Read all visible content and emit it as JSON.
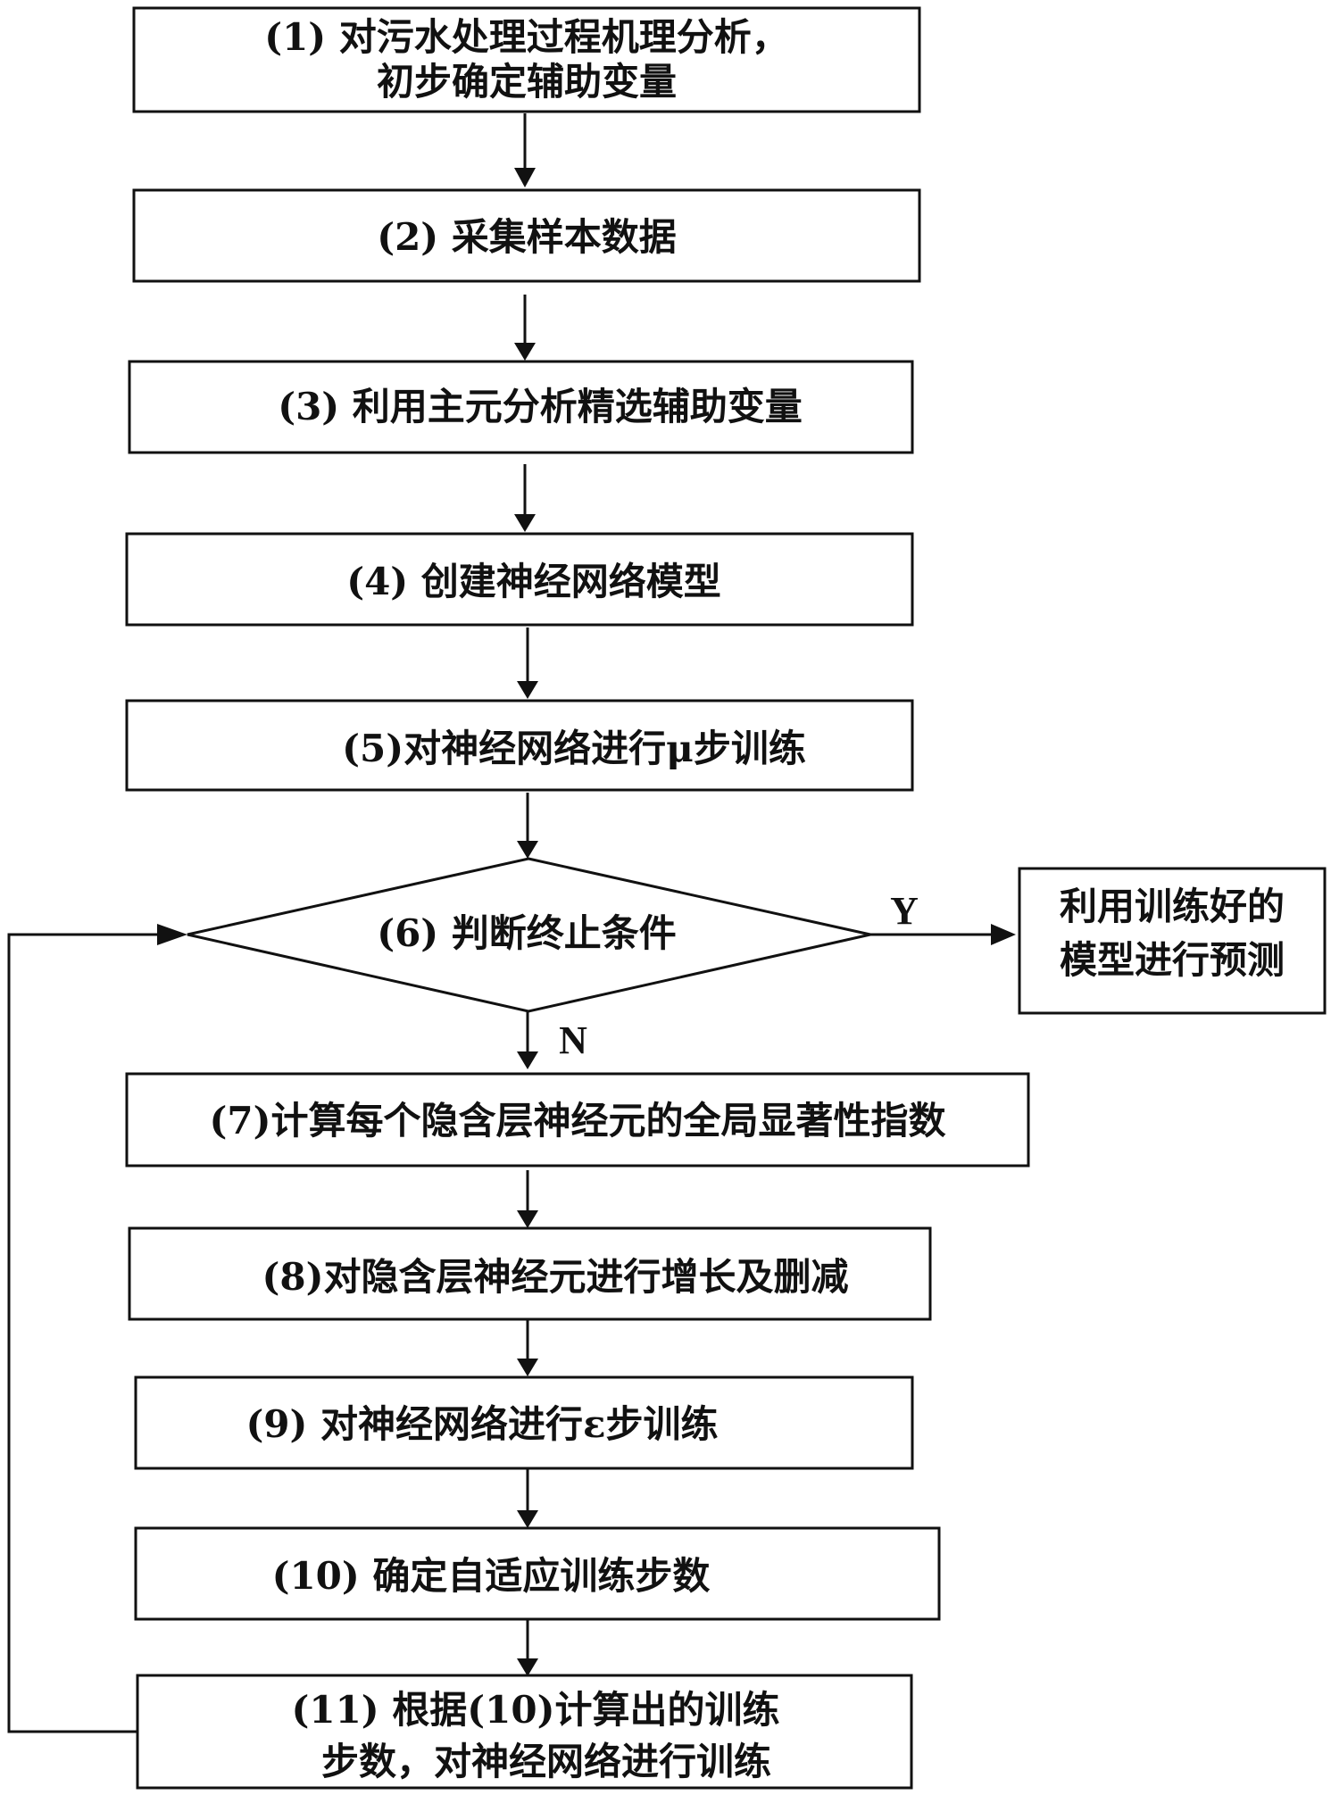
{
  "steps": {
    "s1_line1": "(1)  对污水处理过程机理分析，",
    "s1_line2": "初步确定辅助变量",
    "s2": "(2)  采集样本数据",
    "s3": "(3)  利用主元分析精选辅助变量",
    "s4": "(4)   创建神经网络模型",
    "s5": "(5)对神经网络进行μ步训练",
    "s6": "(6)   判断终止条件",
    "s7": "(7)计算每个隐含层神经元的全局显著性指数",
    "s8": "(8)对隐含层神经元进行增长及删减",
    "s9": "(9)   对神经网络进行ε步训练",
    "s10": "(10)    确定自适应训练步数",
    "s11_line1": "(11)  根据(10)计算出的训练",
    "s11_line2": "步数，对神经网络进行训练",
    "predict_line1": "利用训练好的",
    "predict_line2": "模型进行预测"
  },
  "branches": {
    "yes": "Y",
    "no": "N"
  }
}
